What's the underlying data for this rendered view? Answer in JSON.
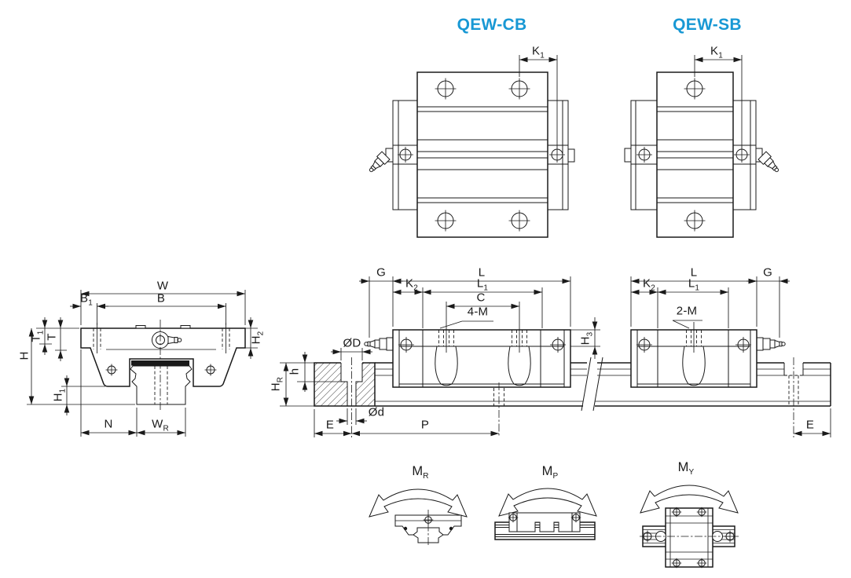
{
  "page": {
    "background": "#ffffff",
    "line_color": "#1a1a1a",
    "accent_color": "#1898d4"
  },
  "titles": {
    "cb": "QEW-CB",
    "sb": "QEW-SB"
  },
  "top_view_cb": {
    "dims": {
      "k1": {
        "b": "K",
        "s": "1"
      }
    }
  },
  "top_view_sb": {
    "dims": {
      "k1": {
        "b": "K",
        "s": "1"
      }
    }
  },
  "front_view": {
    "dims": {
      "w": {
        "b": "W",
        "s": ""
      },
      "b1": {
        "b": "B",
        "s": "1"
      },
      "b": {
        "b": "B",
        "s": ""
      },
      "t1": {
        "b": "T",
        "s": "1"
      },
      "t": {
        "b": "T",
        "s": ""
      },
      "h": {
        "b": "H",
        "s": ""
      },
      "h1": {
        "b": "H",
        "s": "1"
      },
      "h2": {
        "b": "H",
        "s": "2"
      },
      "n": {
        "b": "N",
        "s": ""
      },
      "wr": {
        "b": "W",
        "s": "R"
      }
    }
  },
  "side_view_cb": {
    "dims": {
      "g": {
        "b": "G",
        "s": ""
      },
      "l": {
        "b": "L",
        "s": ""
      },
      "k2": {
        "b": "K",
        "s": "2"
      },
      "l1": {
        "b": "L",
        "s": "1"
      },
      "c": {
        "b": "C",
        "s": ""
      },
      "m4": {
        "b": "4-M",
        "s": ""
      },
      "h3": {
        "b": "H",
        "s": "3"
      },
      "od_big": {
        "b": "ØD",
        "s": ""
      },
      "h_depth": {
        "b": "h",
        "s": ""
      },
      "hr": {
        "b": "H",
        "s": "R"
      },
      "od_small": {
        "b": "Ød",
        "s": ""
      },
      "e": {
        "b": "E",
        "s": ""
      },
      "p": {
        "b": "P",
        "s": ""
      }
    }
  },
  "side_view_sb": {
    "dims": {
      "l": {
        "b": "L",
        "s": ""
      },
      "g": {
        "b": "G",
        "s": ""
      },
      "k2": {
        "b": "K",
        "s": "2"
      },
      "l1": {
        "b": "L",
        "s": "1"
      },
      "m2": {
        "b": "2-M",
        "s": ""
      },
      "e": {
        "b": "E",
        "s": ""
      }
    }
  },
  "moments": {
    "mr": {
      "b": "M",
      "s": "R"
    },
    "mp": {
      "b": "M",
      "s": "P"
    },
    "my": {
      "b": "M",
      "s": "Y"
    }
  }
}
